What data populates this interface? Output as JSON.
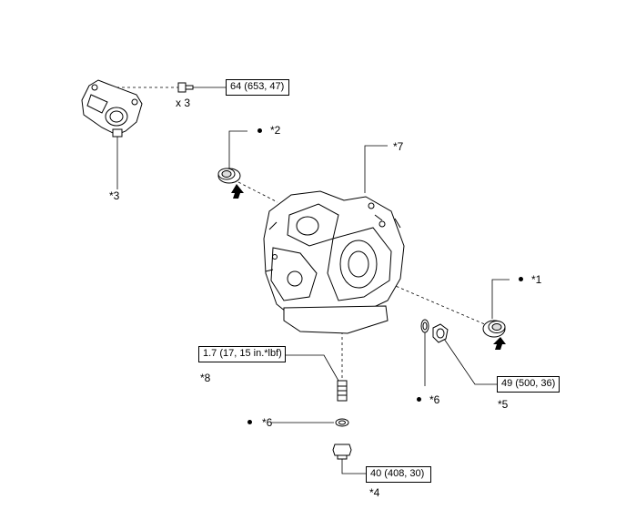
{
  "callouts": {
    "c1": "*1",
    "c2": "*2",
    "c3": "*3",
    "c4": "*4",
    "c5": "*5",
    "c6a": "*6",
    "c6b": "*6",
    "c7": "*7",
    "c8": "*8"
  },
  "torque": {
    "cover_bolt": "64 (653, 47)",
    "oil_seal_plug": "49 (500, 36)",
    "plug_40": "40 (408, 30)",
    "stud": "1.7 (17, 15 in.*lbf)"
  },
  "quantity": "x 3",
  "symbols": {
    "non_reusable": "●"
  },
  "icons": [
    "oil-seal-icon",
    "gasket-icon",
    "drain-plug-icon",
    "bolt-icon",
    "stud-bolt-icon",
    "transaxle-assembly-icon",
    "cover-icon",
    "install-direction-arrow-icon"
  ]
}
